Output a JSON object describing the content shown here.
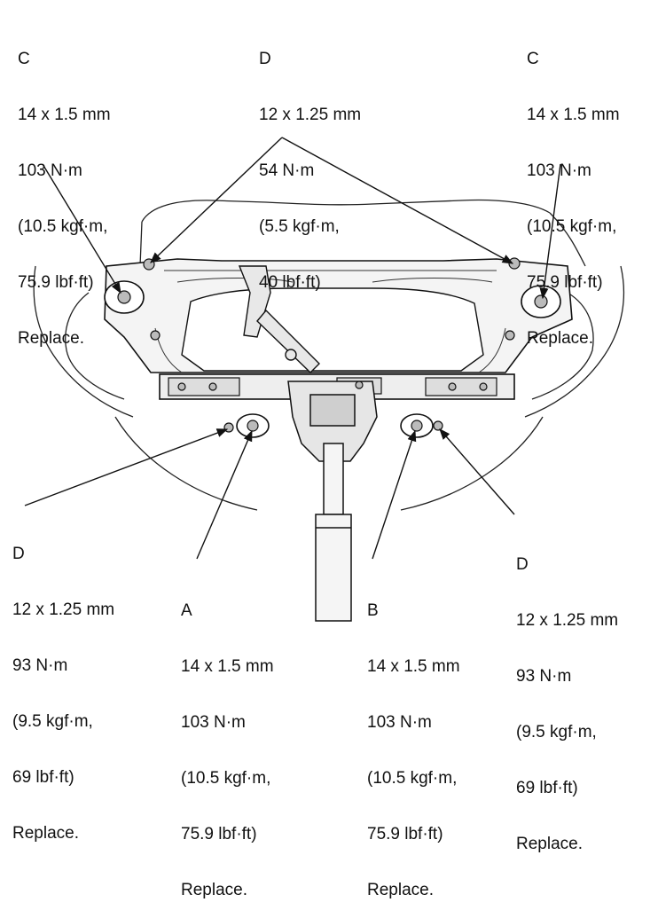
{
  "callouts": [
    {
      "id": "c-top-left",
      "letter": "C",
      "size": "14 x 1.5 mm",
      "torque": "103 N·m",
      "kgf": "(10.5 kgf·m,",
      "lbf": "75.9 lbf·ft)",
      "note": "Replace."
    },
    {
      "id": "d-top",
      "letter": "D",
      "size": "12 x 1.25 mm",
      "torque": "54 N·m",
      "kgf": "(5.5 kgf·m,",
      "lbf": "40 lbf·ft)"
    },
    {
      "id": "c-top-right",
      "letter": "C",
      "size": "14 x 1.5 mm",
      "torque": "103 N·m",
      "kgf": "(10.5 kgf·m,",
      "lbf": "75.9 lbf·ft)",
      "note": "Replace."
    },
    {
      "id": "d-left",
      "letter": "D",
      "size": "12 x 1.25 mm",
      "torque": "93 N·m",
      "kgf": "(9.5 kgf·m,",
      "lbf": "69 lbf·ft)",
      "note": "Replace."
    },
    {
      "id": "a-bottom",
      "letter": "A",
      "size": "14 x 1.5 mm",
      "torque": "103 N·m",
      "kgf": "(10.5 kgf·m,",
      "lbf": "75.9 lbf·ft)",
      "note": "Replace."
    },
    {
      "id": "b-bottom",
      "letter": "B",
      "size": "14 x 1.5 mm",
      "torque": "103 N·m",
      "kgf": "(10.5 kgf·m,",
      "lbf": "75.9 lbf·ft)",
      "note": "Replace."
    },
    {
      "id": "d-right",
      "letter": "D",
      "size": "12 x 1.25 mm",
      "torque": "93 N·m",
      "kgf": "(9.5 kgf·m,",
      "lbf": "69 lbf·ft)",
      "note": "Replace."
    }
  ]
}
